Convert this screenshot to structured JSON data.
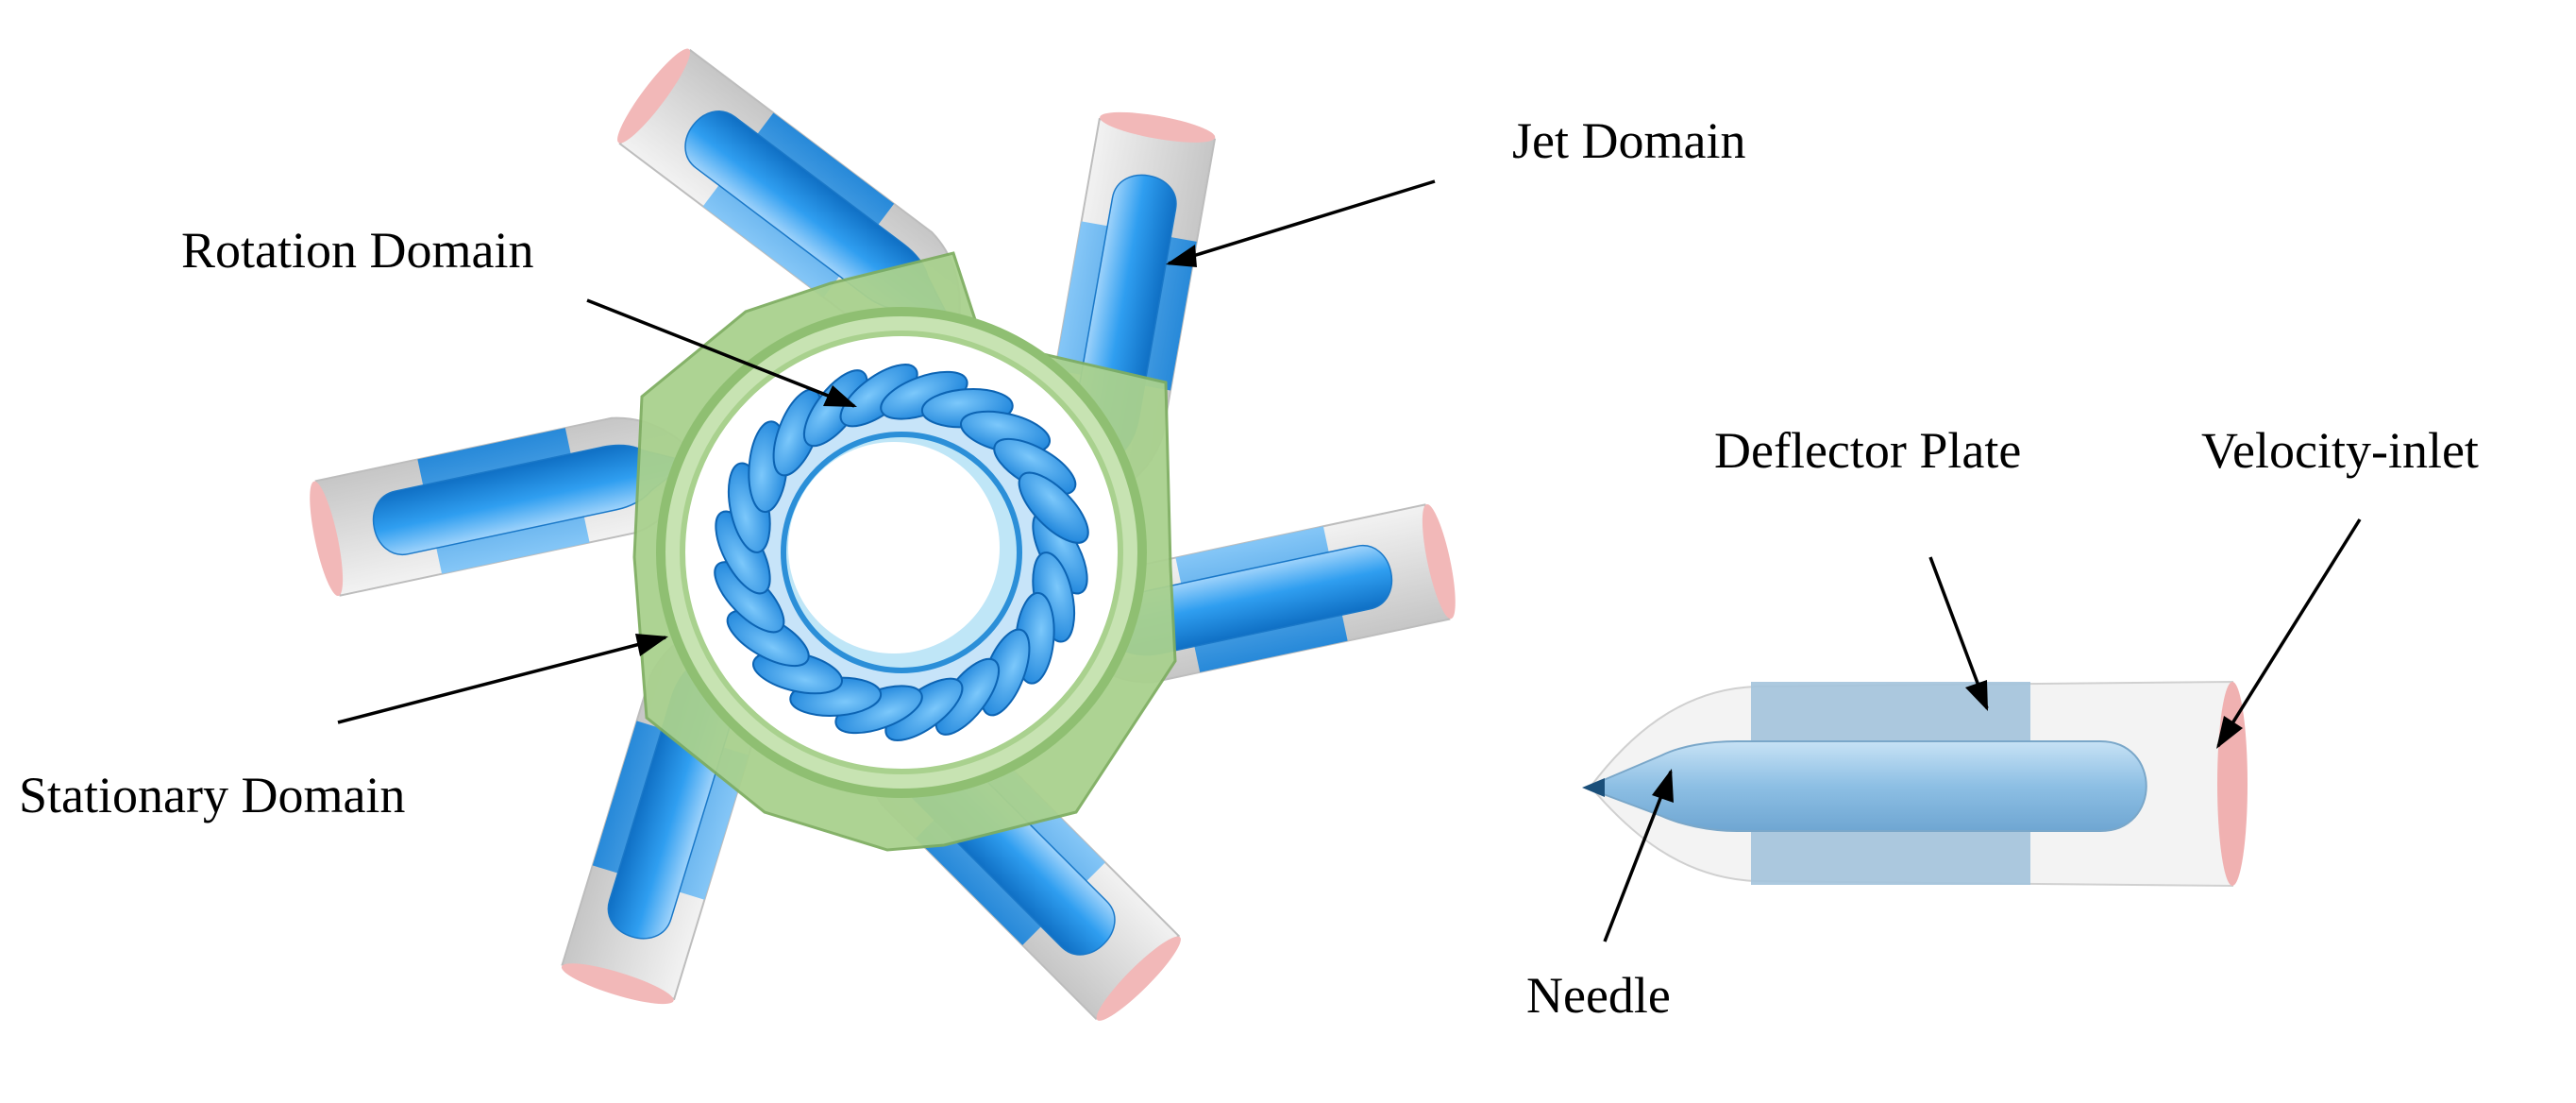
{
  "labels": {
    "jet_domain": "Jet Domain",
    "rotation_domain": "Rotation Domain",
    "stationary_domain": "Stationary Domain",
    "deflector_plate": "Deflector Plate",
    "velocity_inlet": "Velocity-inlet",
    "needle": "Needle"
  },
  "colors": {
    "stationary_domain": "#a9d18e",
    "rotation_blades": "#1e90e6",
    "jet_body": "#3aa0ee",
    "nozzle_shell": "#e2e2e2",
    "inlet_cap": "#f2b8b8",
    "deflector_plate": "#8fb8d8",
    "needle": "#9cc6e6"
  },
  "counts": {
    "nozzles": 6,
    "runner_buckets": 22
  }
}
